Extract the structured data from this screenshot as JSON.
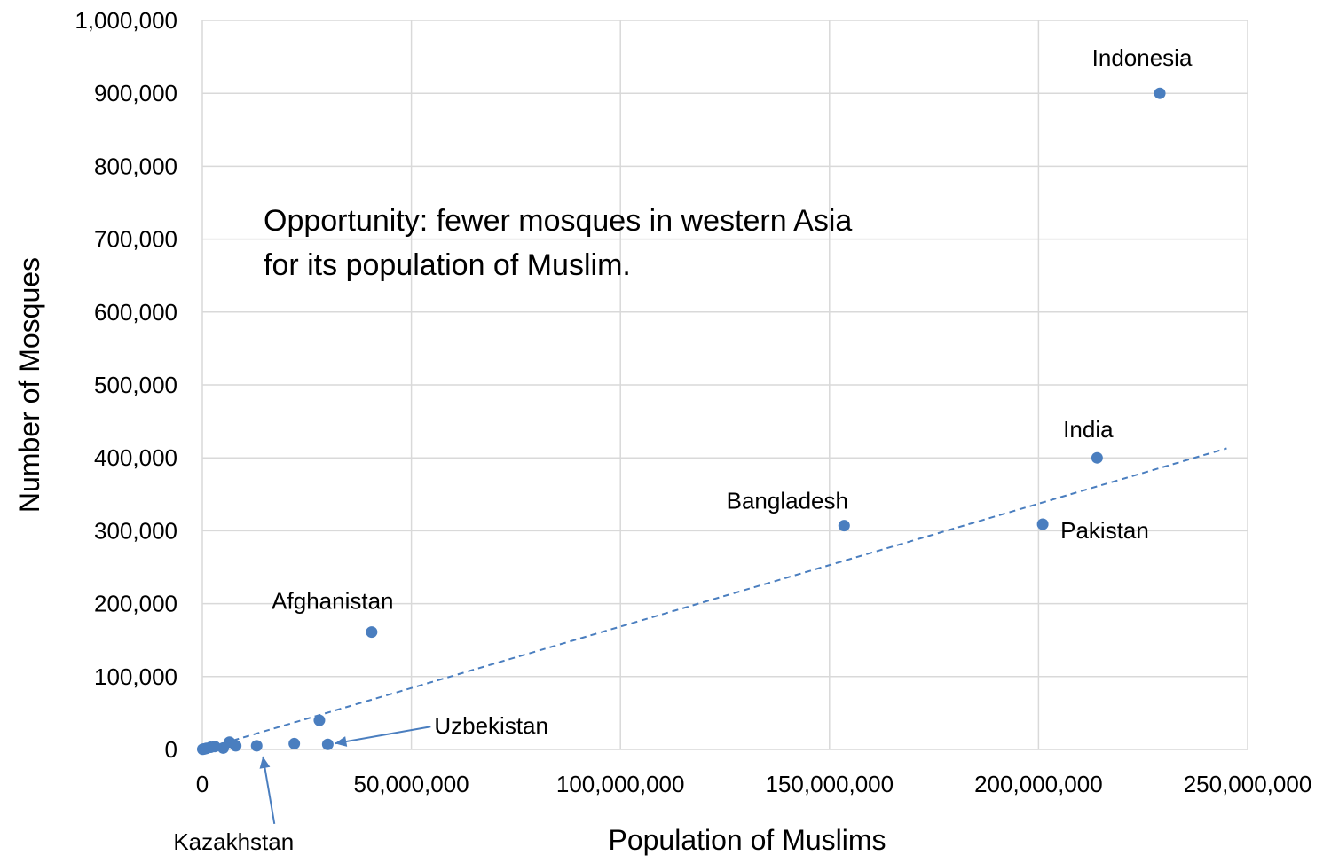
{
  "chart_data": {
    "type": "scatter",
    "xlabel": "Population of Muslims",
    "ylabel": "Number of Mosques",
    "xlim": [
      0,
      250000000
    ],
    "ylim": [
      0,
      1000000
    ],
    "x_ticks": [
      0,
      50000000,
      100000000,
      150000000,
      200000000,
      250000000
    ],
    "y_ticks": [
      0,
      100000,
      200000,
      300000,
      400000,
      500000,
      600000,
      700000,
      800000,
      900000,
      1000000
    ],
    "x_tick_labels": [
      "0",
      "50,000,000",
      "100,000,000",
      "150,000,000",
      "200,000,000",
      "250,000,000"
    ],
    "y_tick_labels": [
      "0",
      "100,000",
      "200,000",
      "300,000",
      "400,000",
      "500,000",
      "600,000",
      "700,000",
      "800,000",
      "900,000",
      "1,000,000"
    ],
    "grid": true,
    "point_color": "#4a7ebf",
    "trendline": {
      "style": "dashed",
      "x": [
        0,
        245000000
      ],
      "y": [
        0,
        413000
      ]
    },
    "annotation": [
      "Opportunity: fewer mosques in western Asia",
      "for its population of Muslim."
    ],
    "points": [
      {
        "x": 229000000,
        "y": 900000,
        "label": "Indonesia"
      },
      {
        "x": 214000000,
        "y": 400000,
        "label": "India"
      },
      {
        "x": 201000000,
        "y": 309000,
        "label": "Pakistan"
      },
      {
        "x": 153500000,
        "y": 307000,
        "label": "Bangladesh"
      },
      {
        "x": 40500000,
        "y": 161000,
        "label": "Afghanistan"
      },
      {
        "x": 30000000,
        "y": 7000,
        "label": "Uzbekistan"
      },
      {
        "x": 13000000,
        "y": 5000,
        "label": "Kazakhstan"
      },
      {
        "x": 28000000,
        "y": 40000,
        "label": ""
      },
      {
        "x": 22000000,
        "y": 8000,
        "label": ""
      },
      {
        "x": 8000000,
        "y": 5000,
        "label": ""
      },
      {
        "x": 6500000,
        "y": 10000,
        "label": ""
      },
      {
        "x": 5000000,
        "y": 2000,
        "label": ""
      },
      {
        "x": 3000000,
        "y": 4000,
        "label": ""
      },
      {
        "x": 2000000,
        "y": 3000,
        "label": ""
      },
      {
        "x": 1000000,
        "y": 1500,
        "label": ""
      },
      {
        "x": 500000,
        "y": 800,
        "label": ""
      },
      {
        "x": 100000,
        "y": 300,
        "label": ""
      }
    ]
  }
}
